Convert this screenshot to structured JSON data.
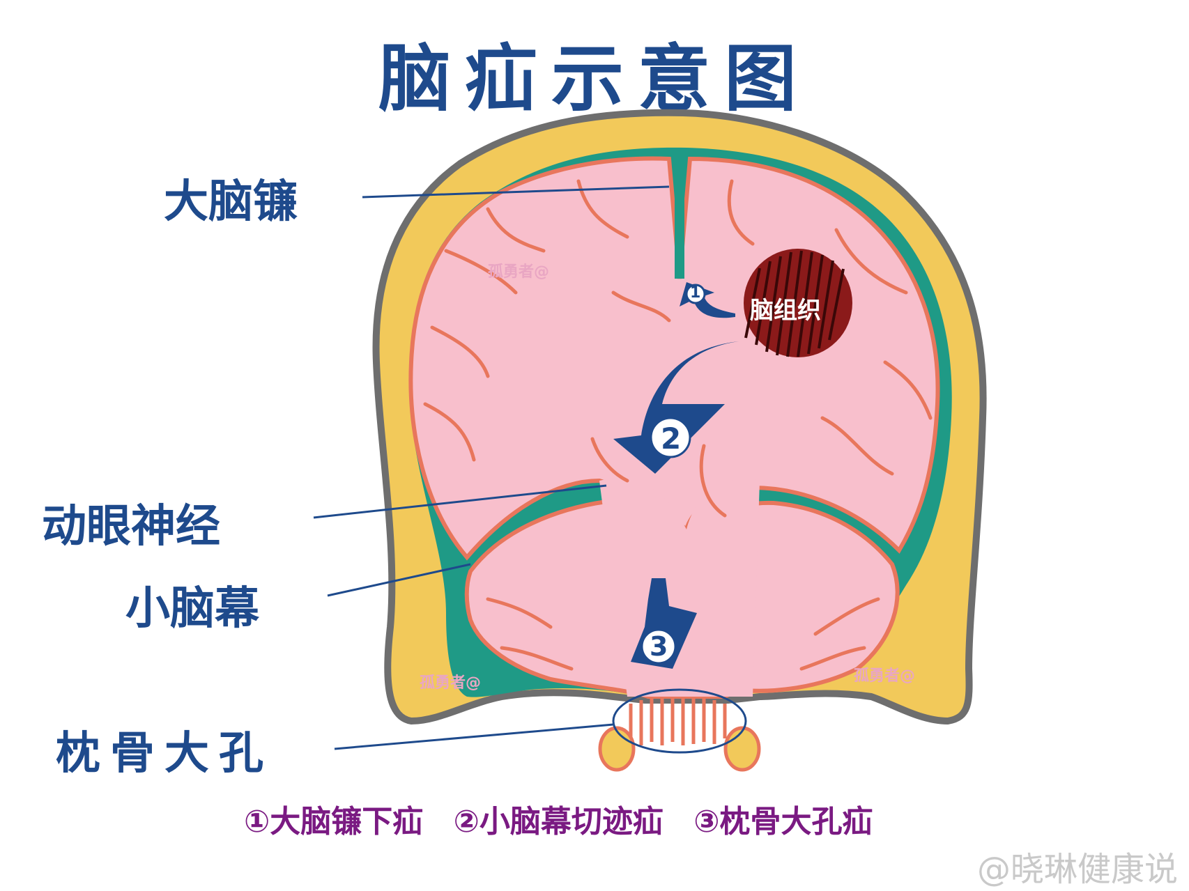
{
  "title": "脑疝示意图",
  "labels": {
    "falx": "大脑镰",
    "oculomotor": "动眼神经",
    "tentorium": "小脑幕",
    "foramen": "枕骨大孔",
    "tissue": "脑组织"
  },
  "markers": {
    "m1": "1",
    "m2": "2",
    "m3": "3"
  },
  "legend": {
    "item1": "①大脑镰下疝",
    "item2": "②小脑幕切迹疝",
    "item3": "③枕骨大孔疝"
  },
  "watermarks": {
    "inner": "孤勇者@",
    "bottom": "@晓琳健康说"
  },
  "colors": {
    "title": "#1e4a8c",
    "skull": "#f2c95a",
    "brain": "#f8bfcc",
    "membrane": "#1f9a86",
    "vessel": "#e8765c",
    "lesion": "#8b1a1a",
    "arrow": "#1e4a8c",
    "legend": "#7a1a82"
  }
}
